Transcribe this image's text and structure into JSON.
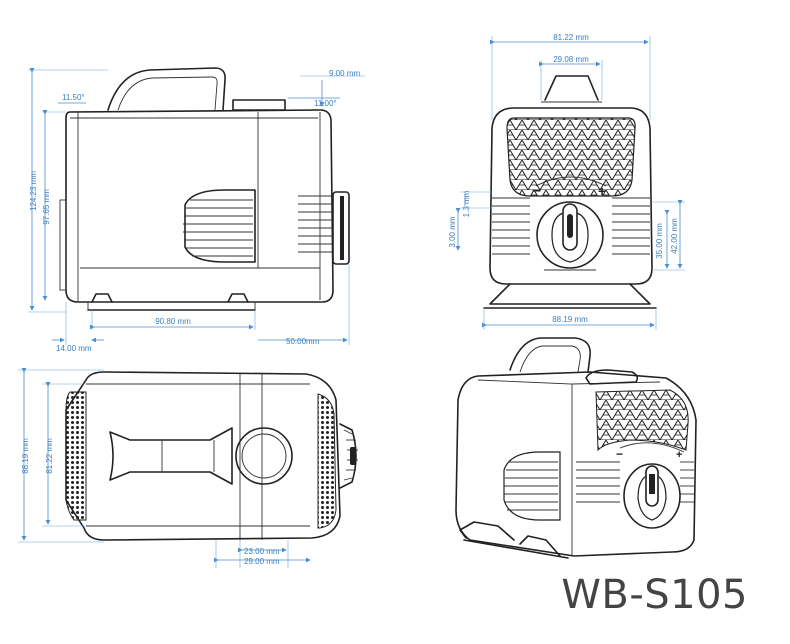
{
  "model": "WB-S105",
  "side_view": {
    "height_total": "124.23 mm",
    "height_body": "97.65 mm",
    "length": "90.80 mm",
    "foot_offset": "14.00 mm",
    "outlet_offset": "50.00mm",
    "top_small": "9.00 mm",
    "angle_left": "11.50°",
    "angle_right": "11.00°"
  },
  "front_view": {
    "width_top": "81.22 mm",
    "outlet_width": "29.08 mm",
    "width_base": "88.19 mm",
    "dim_13": "1.3 mm",
    "dim_300": "3.00 mm",
    "dim_35": "35.00 mm",
    "dim_42": "42.00 mm",
    "knob_minus": "−",
    "knob_plus": "+"
  },
  "top_view": {
    "width_total": "88.19 mm",
    "width_inner": "81.22 mm",
    "outlet_inner": "23.00 mm",
    "outlet_outer": "29.00 mm"
  }
}
